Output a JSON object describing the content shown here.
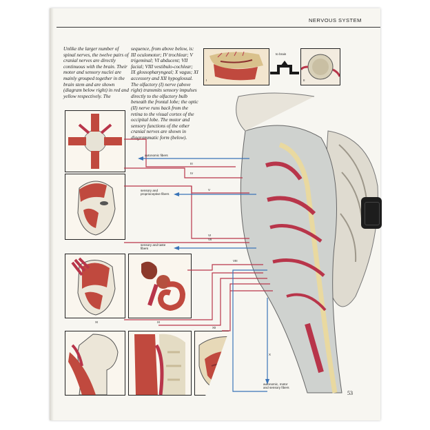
{
  "header": {
    "section_title": "NERVOUS SYSTEM"
  },
  "text": {
    "column1": "Unlike the larger number of spinal nerves, the twelve pairs of cranial nerves are directly continuous with the brain. Their motor and sensory nuclei are mainly grouped together in the brain stem and are shown (diagram below right) in red and yellow respectively. The",
    "column2": "sequence, from above below, is: III oculomotor; IV trochlear; V trigeminal; VI abducent; VII facial; VIII vestibulo-cochlear; IX glossopharyngeal; X vagus; XI accessory and XII hypoglossal. The olfactory (I) nerve (above right) transmits sensory impulses directly to the olfactory bulb beneath the frontal lobe; the optic (II) nerve runs back from the retina to the visual cortex of the occipital lobe. The motor and sensory functions of the other cranial nerves are shown in diagrammatic form (below)."
  },
  "labels": {
    "to_brain": "to brain",
    "panel_i": "I",
    "panel_ii": "II",
    "autonomic_fibers": "autonomic fibers",
    "sensory_proprioceptive": "sensory and proprioceptive fibers",
    "sensory_taste": "sensory and taste fibers",
    "autonomic_motor_sensory": "autonomic, motor and sensory fibers"
  },
  "nerves": [
    "III",
    "IV",
    "V",
    "VI",
    "VII",
    "VIII",
    "IX",
    "X",
    "XI",
    "XII"
  ],
  "page_number": "53",
  "colors": {
    "nerve_red": "#b8354a",
    "arrow_blue": "#3a74b8",
    "flesh": "#c0493e",
    "yellow": "#e9d9a0"
  }
}
